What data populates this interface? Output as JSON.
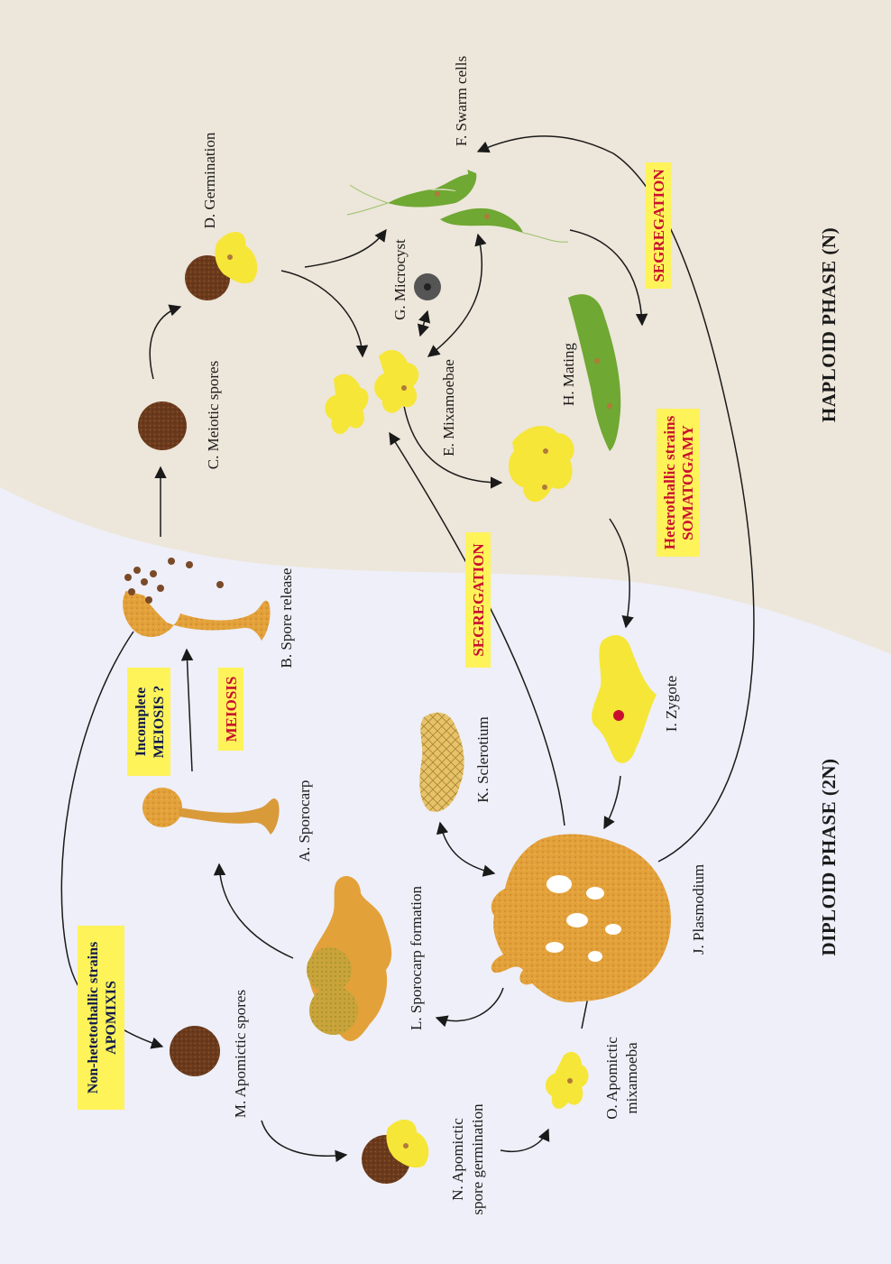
{
  "phases": {
    "haploid": "HAPLOID PHASE (N)",
    "diploid": "DIPLOID PHASE (2N)"
  },
  "stages": {
    "a": "A. Sporocarp",
    "b": "B. Spore release",
    "c": "C. Meiotic spores",
    "d": "D. Germination",
    "e": "E. Mixamoebae",
    "f": "F. Swarm cells",
    "g": "G. Microcyst",
    "h": "H. Mating",
    "i": "I. Zygote",
    "j": "J. Plasmodium",
    "k": "K. Sclerotium",
    "l": "L. Sporocarp formation",
    "m": "M. Apomictic spores",
    "n1": "N. Apomictic",
    "n2": "spore germination",
    "o1": "O. Apomictic",
    "o2": "mixamoeba"
  },
  "tags": {
    "segregation_top": "SEGREGATION",
    "segregation_mid": "SEGREGATION",
    "meiosis": "MEIOSIS",
    "incomplete_1": "Incomplete",
    "incomplete_2": "MEIOSIS ?",
    "hetero_1": "Heterothallic strains",
    "hetero_2": "SOMATOGAMY",
    "nonhetero_1": "Non-hetetothallic strains",
    "nonhetero_2": "APOMIXIS"
  },
  "colors": {
    "haploid_bg": "#ede6da",
    "diploid_bg": "#eeeff8",
    "plasmodium": "#e3a13a",
    "amoeba": "#f6e638",
    "swarm": "#6fa832",
    "spore": "#6b3a1c",
    "tag_yellow": "#fff35a",
    "tag_red_text": "#c8102e",
    "tag_blue_text": "#0d1a4a"
  }
}
